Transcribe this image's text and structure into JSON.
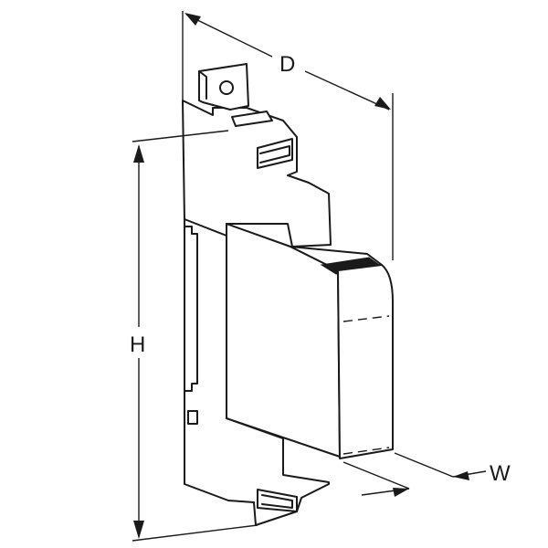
{
  "dimensions": {
    "depth_label": "D",
    "height_label": "H",
    "width_label": "W"
  }
}
